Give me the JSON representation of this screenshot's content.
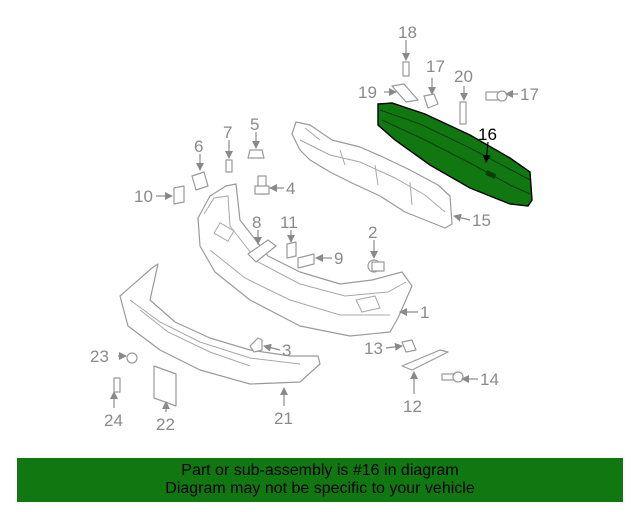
{
  "diagram": {
    "highlight_color": "#117711",
    "outline_color": "#9a9a9a",
    "selected_part": "16",
    "callouts": {
      "c1": "1",
      "c2": "2",
      "c3": "3",
      "c4": "4",
      "c5": "5",
      "c6": "6",
      "c7": "7",
      "c8": "8",
      "c9": "9",
      "c10": "10",
      "c11": "11",
      "c12": "12",
      "c13": "13",
      "c14": "14",
      "c15": "15",
      "c16": "16",
      "c17a": "17",
      "c17b": "17",
      "c18": "18",
      "c19": "19",
      "c20": "20",
      "c21": "21",
      "c22": "22",
      "c23": "23",
      "c24": "24"
    }
  },
  "banner": {
    "line1": "Part or sub-assembly is #16 in diagram",
    "line2": "Diagram may not be specific to your vehicle",
    "background": "#117711"
  }
}
